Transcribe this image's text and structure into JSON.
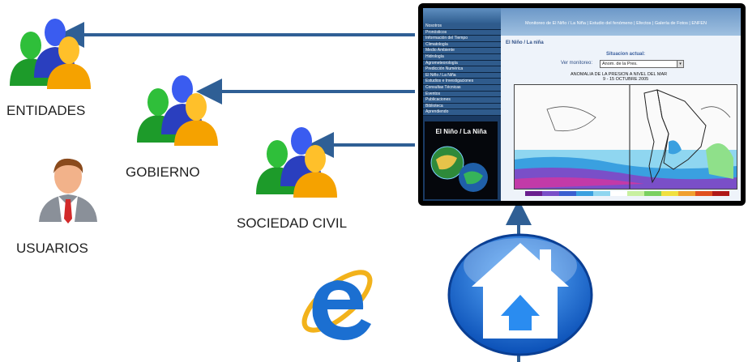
{
  "labels": {
    "entidades": "ENTIDADES",
    "gobierno": "GOBIERNO",
    "sociedad_civil": "SOCIEDAD CIVIL",
    "usuarios": "USUARIOS"
  },
  "website": {
    "top_links": "Monitoreo de El Niño / La Niña | Estudio del fenómeno | Efectos | Galería de Fotos | ENFEN",
    "nav_items": [
      "Nosotros",
      "Pronósticos",
      "Información del Tiempo",
      "Climatología",
      "Medio Ambiente",
      "Hidrología",
      "Agrometeorología",
      "Predicción Numérica",
      "El Niño / La Niña",
      "Estudios e Investigaciones",
      "Consultas Técnicas",
      "Eventos",
      "Publicaciones",
      "Biblioteca",
      "Aprendiendo"
    ],
    "promo_title": "El Niño / La Niña",
    "section_title": "El Niño / La niña",
    "status_heading": "Situacion actual:",
    "monitor_label": "Ver monitoreo:",
    "monitor_value": "Anom. de la Pres.",
    "map_title_1": "ANOMALIA DE LA PRESION A NIVEL DEL MAR",
    "map_title_2": "9 - 15 OCTUBRE 2005"
  },
  "colors": {
    "arrow": "#2f5f95",
    "nav_bg": "#1a3a63",
    "header_gradient_top": "#6c98c8",
    "home_blue": "#1f6fd8"
  },
  "icons": [
    "people-group-icon",
    "user-icon",
    "internet-explorer-icon",
    "home-icon"
  ]
}
